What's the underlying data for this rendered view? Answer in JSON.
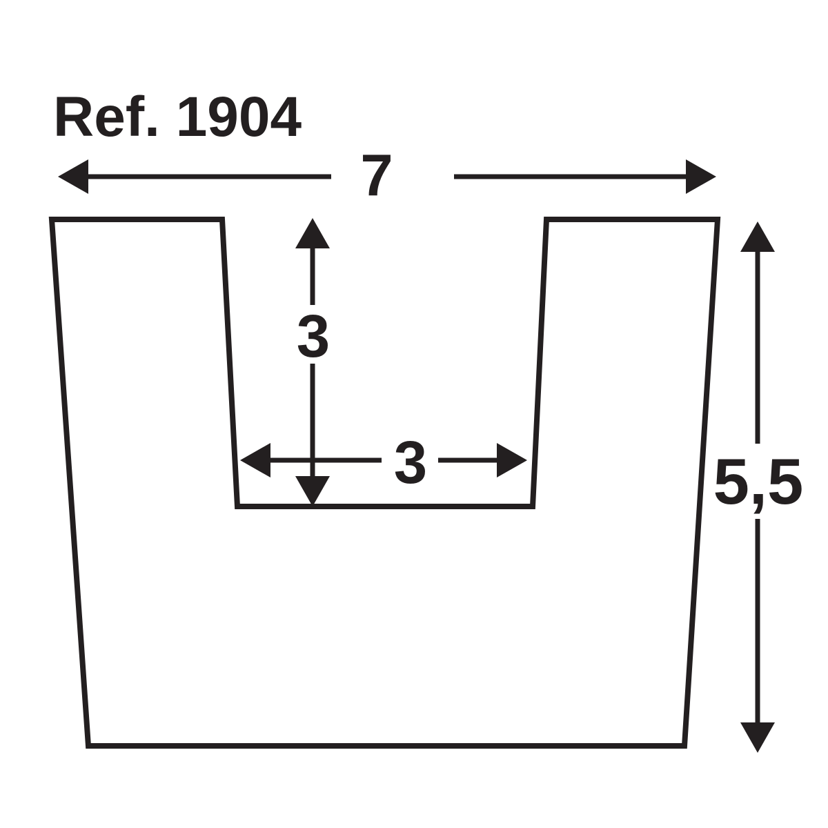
{
  "title": "Ref. 1904",
  "diagram": {
    "description": "Cross-section of a trapezoidal U-channel profile with dimension arrows",
    "line_color": "#231f20",
    "background_color": "#ffffff",
    "dimensions": {
      "overall_width": {
        "value": "7"
      },
      "overall_height": {
        "value": "5,5"
      },
      "groove_depth": {
        "value": "3"
      },
      "groove_width": {
        "value": "3"
      }
    }
  }
}
